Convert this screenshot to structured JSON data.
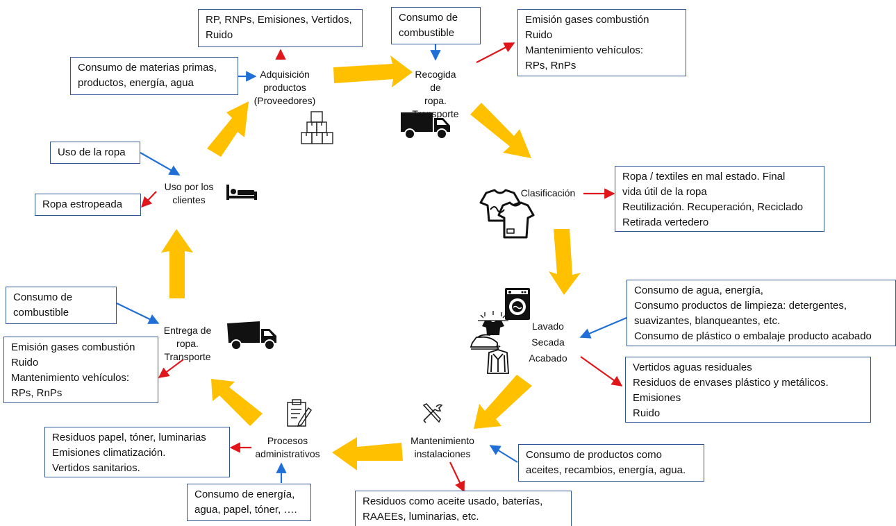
{
  "colors": {
    "cycle_arrow": "#ffc000",
    "input_arrow": "#1f6fd6",
    "output_arrow": "#e0161b",
    "box_border": "#2f5597"
  },
  "stages": {
    "adquisicion": "Adquisición\nproductos\n(Proveedores)",
    "recogida": "Recogida de\nropa.\nTransporte",
    "clasificacion": "Clasificación",
    "lavado": "Lavado\nSecada\nAcabado",
    "mantenimiento": "Mantenimiento\ninstalaciones",
    "procesos": "Procesos\nadministrativos",
    "entrega": "Entrega de\nropa.\nTransporte",
    "uso": "Uso por los\nclientes"
  },
  "boxes": {
    "adq_out": "RP, RNPs, Emisiones, Vertidos,\nRuido",
    "adq_in": "Consumo de materias primas,\nproductos, energía, agua",
    "rec_in": "Consumo de\ncombustible",
    "rec_out": "Emisión gases combustión\nRuido\nMantenimiento vehículos:\nRPs, RnPs",
    "clas_out": "Ropa / textiles en mal estado. Final\nvida útil de la ropa\nReutilización. Recuperación, Reciclado\nRetirada vertedero",
    "lav_in": "Consumo de agua, energía,\nConsumo productos de limpieza: detergentes,\nsuavizantes, blanqueantes, etc.\nConsumo de plástico o embalaje producto acabado",
    "lav_out": "Vertidos aguas residuales\nResiduos de envases plástico y  metálicos.\nEmisiones\nRuido",
    "mant_in": "Consumo de productos como\naceites, recambios, energía, agua.",
    "mant_out": "Residuos como aceite usado, baterías,\nRAAEEs, luminarias, etc.",
    "proc_out": "Residuos papel, tóner, luminarias\nEmisiones climatización.\nVertidos sanitarios.",
    "proc_in": "Consumo de energía,\nagua, papel, tóner, ….",
    "ent_in": "Consumo de\ncombustible",
    "ent_out": "Emisión gases combustión\nRuido\nMantenimiento vehículos:\nRPs, RnPs",
    "uso_in": "Uso de la ropa",
    "uso_out": "Ropa estropeada"
  },
  "icons": [
    "boxes-icon",
    "truck-icon",
    "clothes-icon",
    "washing-machine-icon",
    "drying-icon",
    "iron-icon",
    "dress-cover-icon",
    "tools-icon",
    "clipboard-icon",
    "dump-truck-icon",
    "bed-icon"
  ]
}
